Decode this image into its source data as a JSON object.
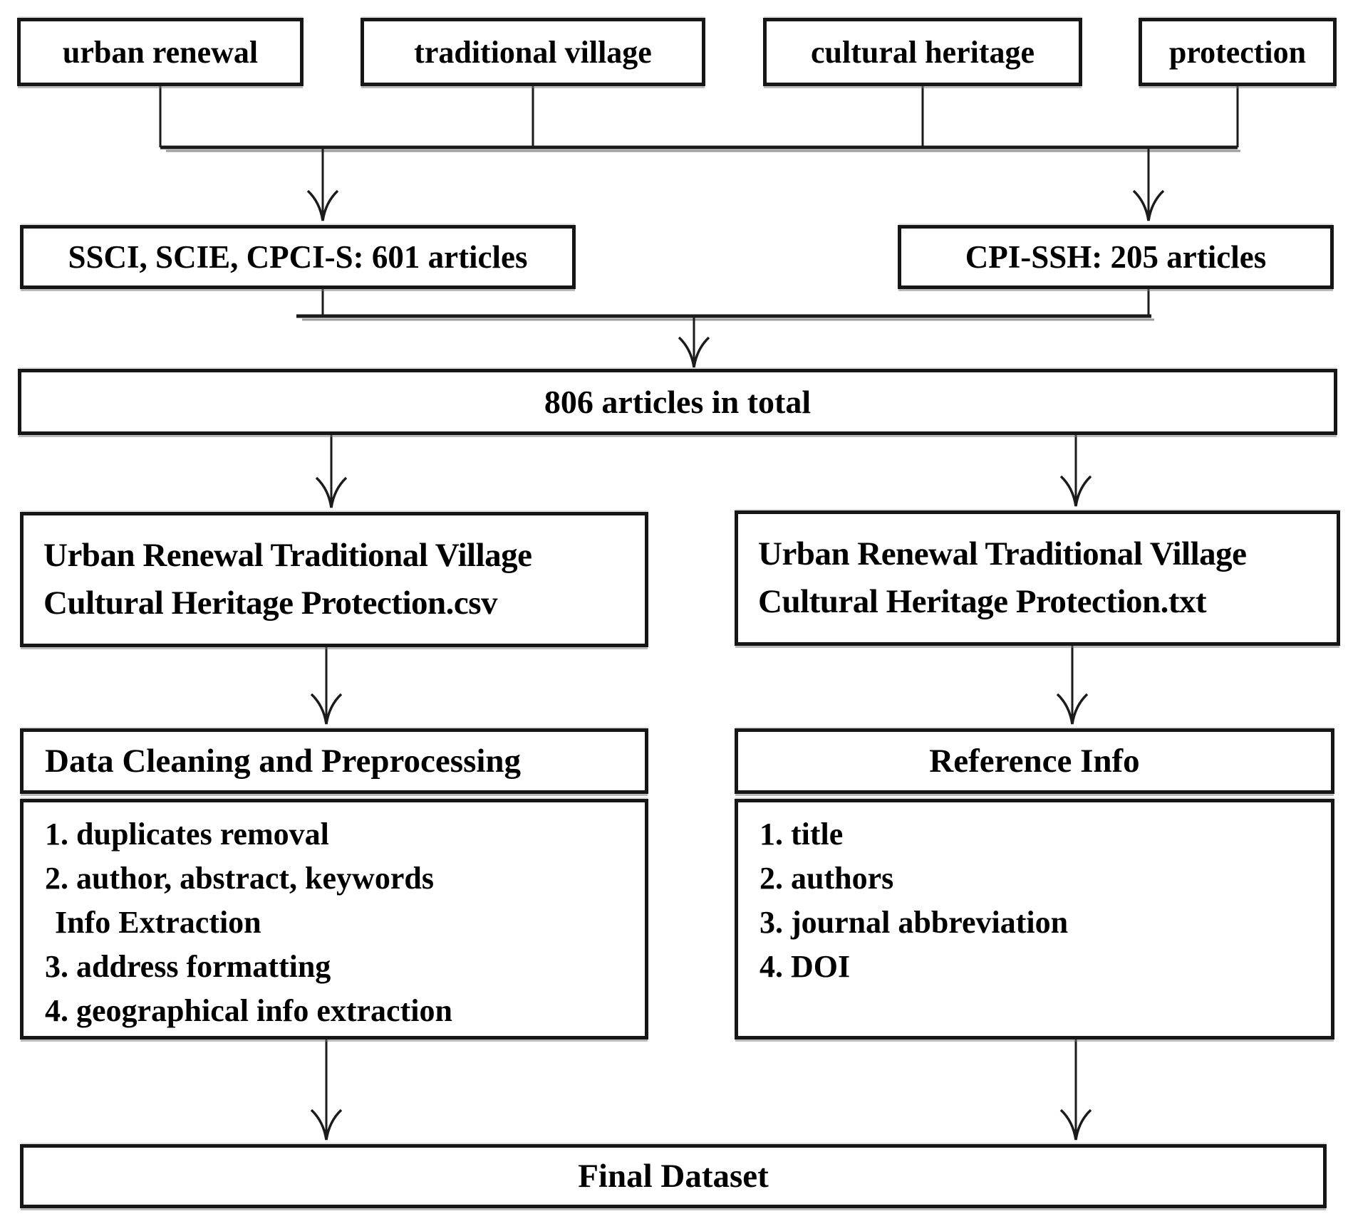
{
  "figure": {
    "type": "flowchart",
    "colors": {
      "background": "#ffffff",
      "box_border": "#161616",
      "text": "#000000",
      "connector": "#1b1b1b"
    },
    "keywords": [
      "urban renewal",
      "traditional village",
      "cultural heritage",
      "protection"
    ],
    "search_results": {
      "wos": "SSCI, SCIE, CPCI-S: 601 articles",
      "cpi_ssh": "CPI-SSH: 205 articles"
    },
    "total": "806 articles in total",
    "csv_file": {
      "line1": "Urban Renewal Traditional Village",
      "line2": "Cultural Heritage Protection.csv"
    },
    "txt_file": {
      "line1": "Urban Renewal Traditional Village",
      "line2": "Cultural Heritage Protection.txt"
    },
    "cleaning": {
      "title": "Data Cleaning and Preprocessing",
      "steps": [
        "1. duplicates removal",
        "2. author, abstract, keywords",
        "Info Extraction",
        "3. address formatting",
        "4. geographical info extraction"
      ]
    },
    "reference": {
      "title": "Reference Info",
      "fields": [
        "1. title",
        "2. authors",
        "3. journal abbreviation",
        "4. DOI"
      ]
    },
    "final": "Final Dataset"
  }
}
